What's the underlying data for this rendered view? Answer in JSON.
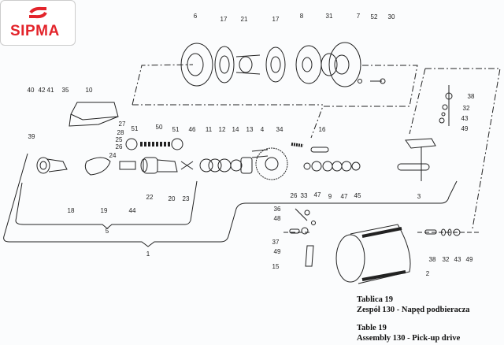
{
  "logo": {
    "text": "SIPMA",
    "brand_color": "#e3242b"
  },
  "caption": {
    "pl_table": "Tablica 19",
    "pl_assembly": "Zespół 130 - Napęd podbieracza",
    "en_table": "Table 19",
    "en_assembly": "Assembly 130 - Pick-up drive"
  },
  "callouts": [
    "6",
    "17",
    "21",
    "17",
    "8",
    "31",
    "7",
    "52",
    "30",
    "40",
    "42",
    "41",
    "35",
    "10",
    "27",
    "28",
    "25",
    "26",
    "24",
    "39",
    "51",
    "50",
    "51",
    "46",
    "11",
    "12",
    "14",
    "13",
    "4",
    "34",
    "16",
    "38",
    "32",
    "43",
    "49",
    "18",
    "19",
    "44",
    "22",
    "20",
    "23",
    "26",
    "33",
    "47",
    "9",
    "47",
    "45",
    "3",
    "5",
    "1",
    "36",
    "48",
    "37",
    "49",
    "15",
    "38",
    "32",
    "43",
    "49",
    "2"
  ]
}
